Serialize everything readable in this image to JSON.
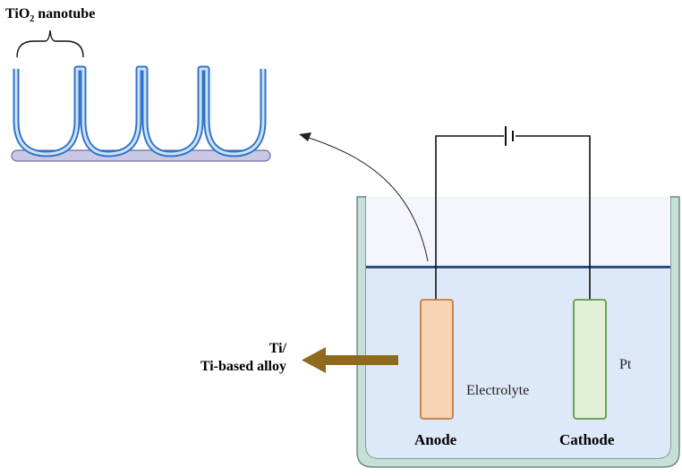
{
  "labels": {
    "nanotube_prefix": "TiO",
    "nanotube_subscript": "2",
    "nanotube_suffix": " nanotube",
    "substrate_line1": "Ti/",
    "substrate_line2": "Ti-based alloy",
    "electrolyte": "Electrolyte",
    "pt": "Pt",
    "anode": "Anode",
    "cathode": "Cathode"
  },
  "colors": {
    "tube_outer": "#2f74c8",
    "tube_inner": "#cfe2f7",
    "substrate": "#c9c9e6",
    "electrolyte_fill": "#dde9f8",
    "electrolyte_line": "#2a4f78",
    "beaker_wall": "#c7dfd9",
    "beaker_stroke": "#6f8a85",
    "anode_fill": "#f6d4b4",
    "anode_stroke": "#c77b3e",
    "cathode_fill": "#e2f1d5",
    "cathode_stroke": "#5f9a48",
    "arrow_color": "#8f6a1d"
  },
  "icons": [
    "battery-icon",
    "curved-arrow-icon",
    "left-arrow-icon",
    "brace-icon"
  ]
}
